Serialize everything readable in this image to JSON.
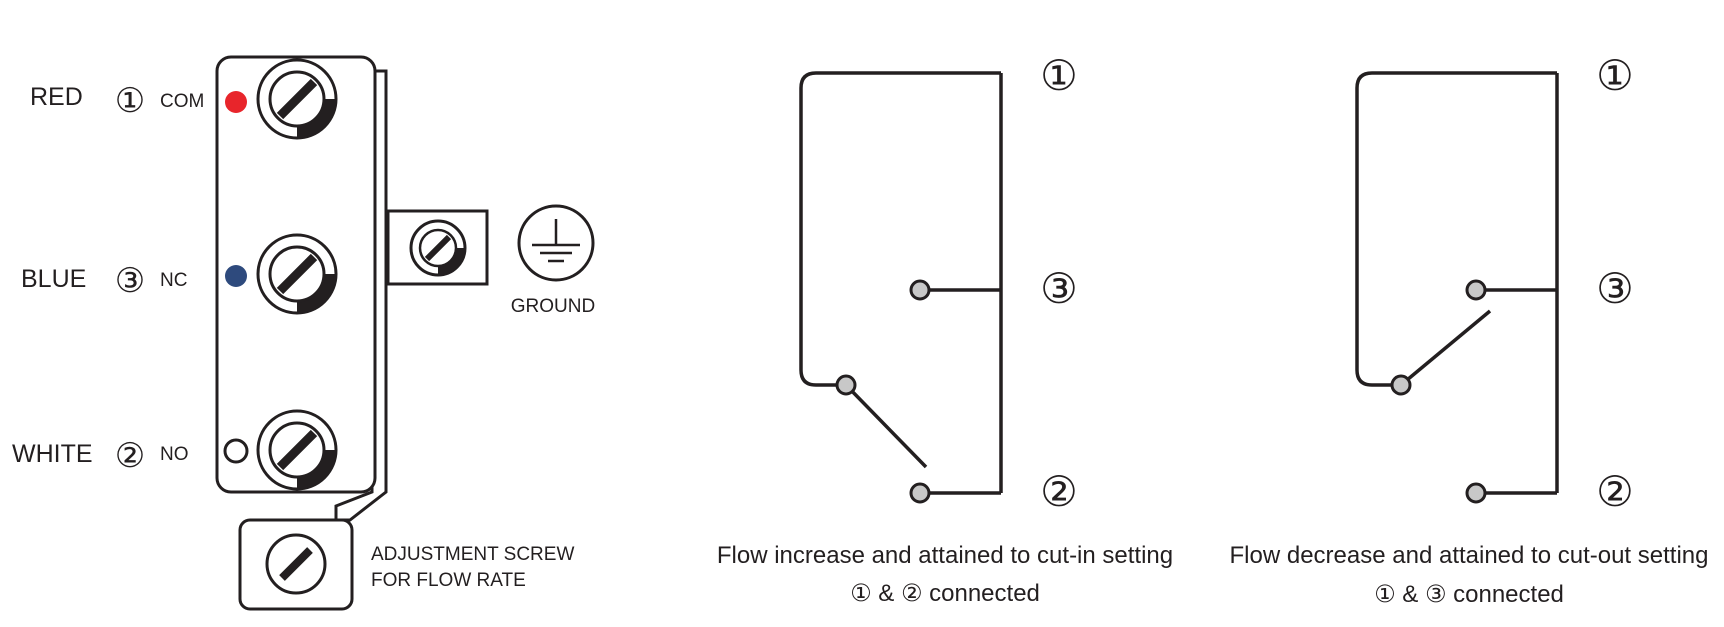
{
  "terminal_block": {
    "terminals": [
      {
        "wire": "RED",
        "number": "①",
        "function": "COM",
        "color": "#e8252b"
      },
      {
        "wire": "BLUE",
        "number": "③",
        "function": "NC",
        "color": "#2e4a7d"
      },
      {
        "wire": "WHITE",
        "number": "②",
        "function": "NO",
        "color": "#ffffff"
      }
    ],
    "ground_label": "GROUND",
    "ground_icon": "ground-symbol-icon",
    "adjustment_label_line1": "ADJUSTMENT SCREW",
    "adjustment_label_line2": "FOR FLOW RATE"
  },
  "switch_diagrams": [
    {
      "state": "closed-to-2",
      "terminal_labels": {
        "t1": "①",
        "t3": "③",
        "t2": "②"
      },
      "caption": "Flow increase and attained to cut-in setting",
      "connection": "① & ② connected"
    },
    {
      "state": "closed-to-3",
      "terminal_labels": {
        "t1": "①",
        "t3": "③",
        "t2": "②"
      },
      "caption": "Flow decrease and attained to cut-out setting",
      "connection": "① & ③ connected"
    }
  ],
  "colors": {
    "line": "#231f20",
    "terminal_dot": "#c8c8c8"
  }
}
